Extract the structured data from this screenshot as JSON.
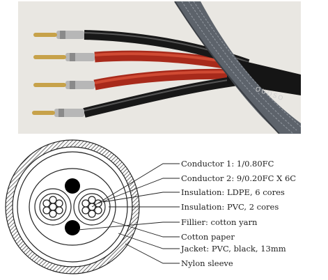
{
  "photo": {
    "brand_text": "OUOSO",
    "colors": {
      "background": "#e6e4df",
      "sleeve": "#5d636b",
      "red_wire": "#c23a26",
      "black_wire": "#1c1c1c",
      "pin_gold": "#c7a24a",
      "pin_silver": "#b7b7b7"
    }
  },
  "diagram": {
    "labels": [
      "Conductor 1: 1/0.80FC",
      "Conductor 2: 9/0.20FC X 6C",
      "Insulation: LDPE, 6 cores",
      "Insulation: PVC, 2 cores",
      "Fillier: cotton yarn",
      "Cotton paper",
      "Jacket: PVC, black, 13mm",
      "Nylon sleeve"
    ]
  }
}
